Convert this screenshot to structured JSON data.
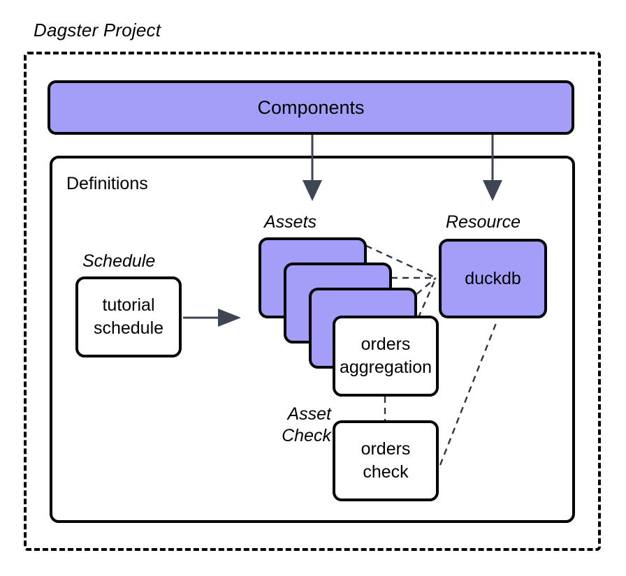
{
  "diagram": {
    "title": "Dagster Project",
    "components": {
      "label": "Components"
    },
    "definitions": {
      "label": "Definitions"
    },
    "captions": {
      "assets": "Assets",
      "resource": "Resource",
      "schedule": "Schedule",
      "asset_check_line1": "Asset",
      "asset_check_line2": "Check"
    },
    "nodes": {
      "tutorial_schedule_line1": "tutorial",
      "tutorial_schedule_line2": "schedule",
      "orders_aggregation_line1": "orders",
      "orders_aggregation_line2": "aggregation",
      "orders_check_line1": "orders",
      "orders_check_line2": "check",
      "duckdb": "duckdb"
    },
    "colors": {
      "accent_purple": "#a39ef7",
      "stroke_black": "#000000",
      "arrow_slate": "#3e4553",
      "background": "#ffffff"
    }
  }
}
